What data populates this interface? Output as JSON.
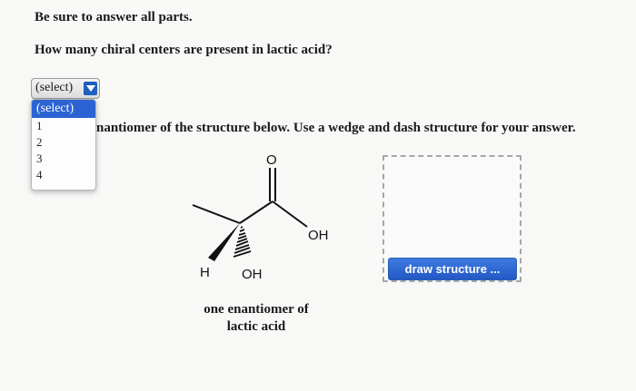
{
  "instruction": "Be sure to answer all parts.",
  "question": "How many chiral centers are present in lactic acid?",
  "select": {
    "value": "(select)",
    "options": [
      "(select)",
      "1",
      "2",
      "3",
      "4"
    ]
  },
  "part2_text": "nantiomer of the structure below. Use a wedge and dash structure for your answer.",
  "molecule": {
    "atom_O": "O",
    "atom_OH_right": "OH",
    "atom_H": "H",
    "atom_OH_bottom": "OH",
    "caption_line1": "one enantiomer of",
    "caption_line2": "lactic acid"
  },
  "draw_button_label": "draw structure ...",
  "colors": {
    "accent": "#2b63d3",
    "button": "#2f6ad6"
  }
}
